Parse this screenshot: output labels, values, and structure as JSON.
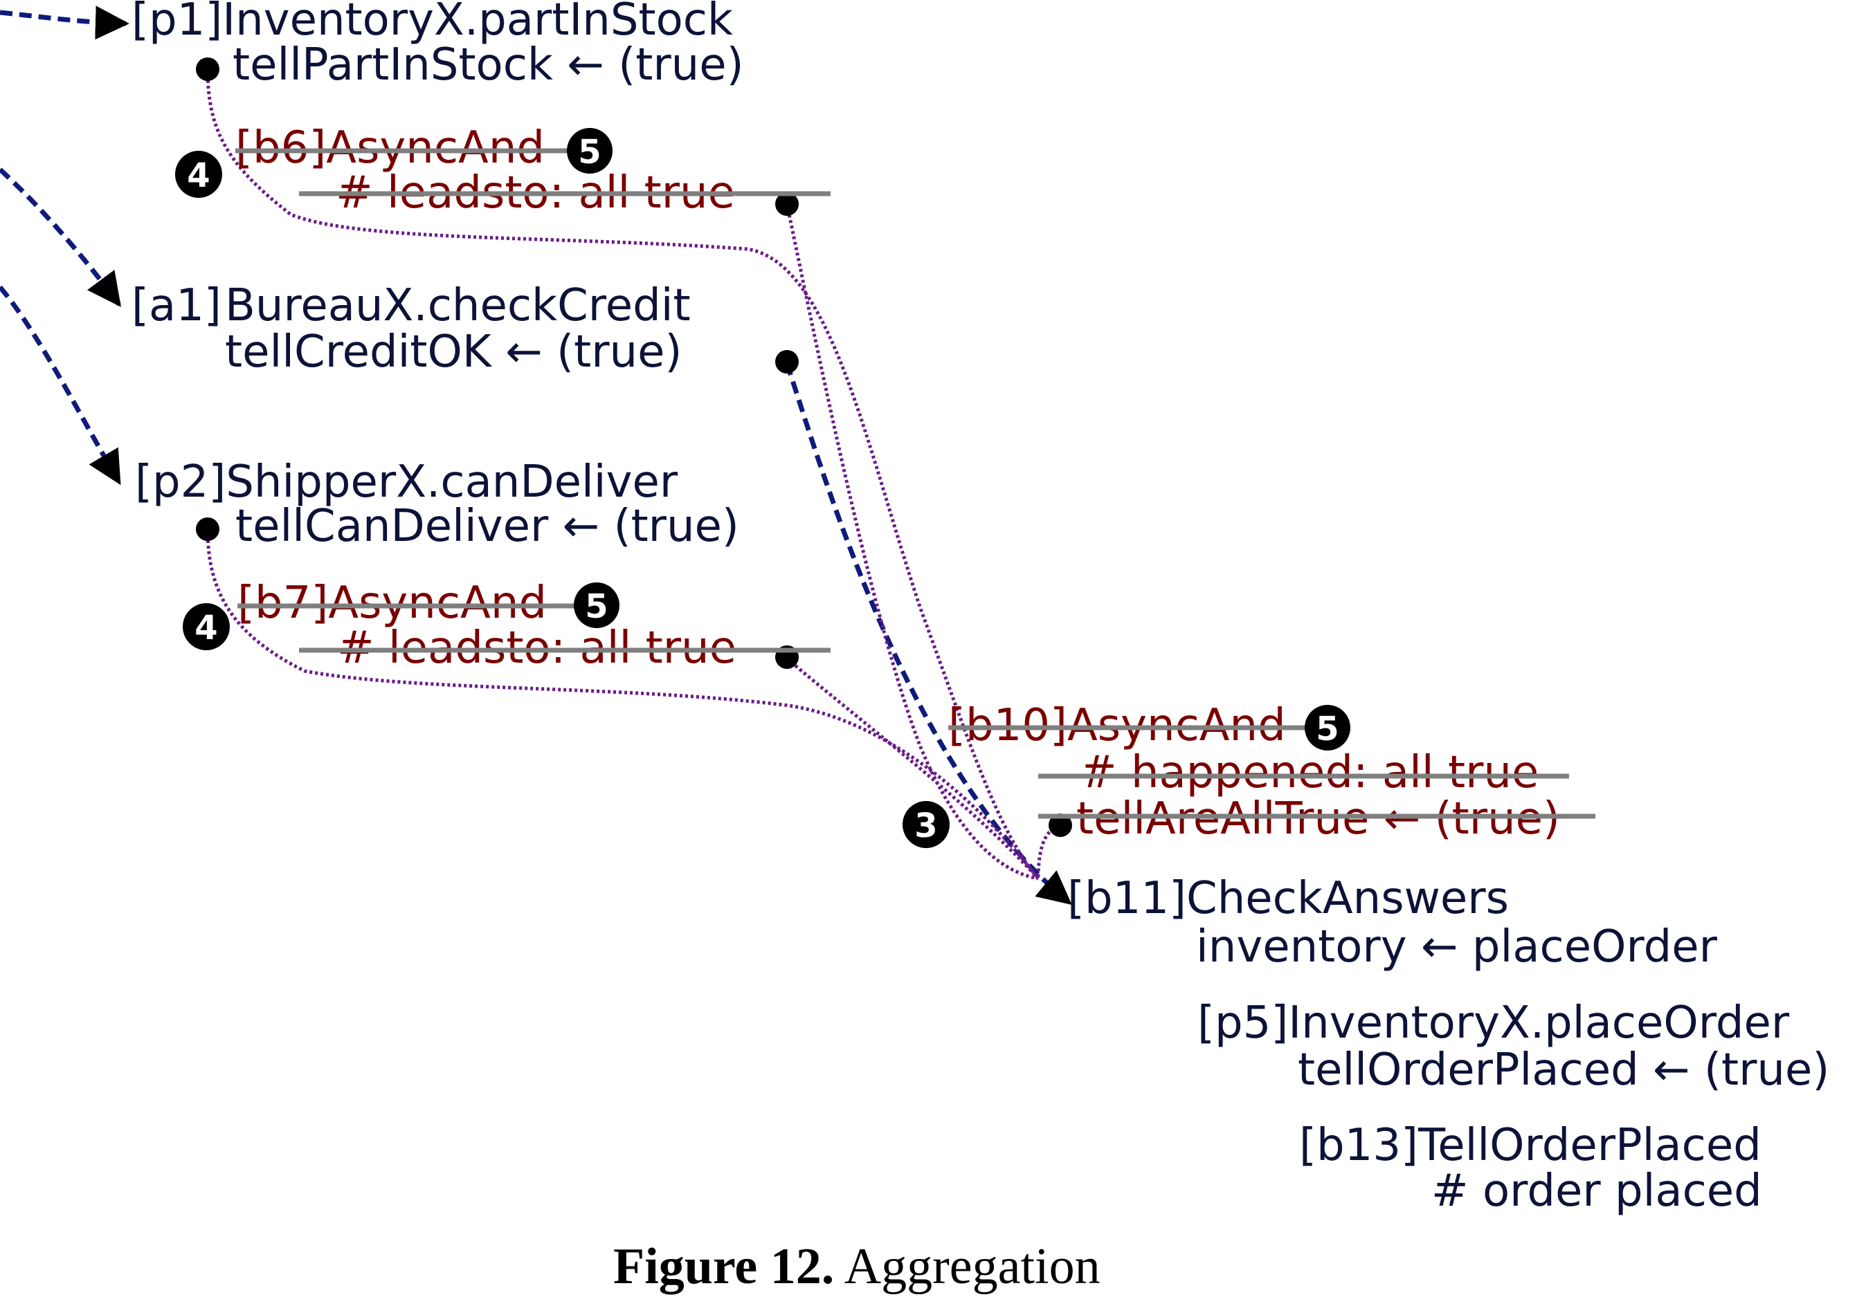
{
  "nodes": {
    "p1": {
      "title": "[p1]InventoryX.partInStock",
      "line2": "tellPartInStock ← (true)"
    },
    "b6": {
      "title": "[b6]AsyncAnd",
      "line2": "# leadsto: all true"
    },
    "a1": {
      "title_id": "[a1]",
      "title_name": "BureauX.checkCredit",
      "line2": "tellCreditOK ← (true)"
    },
    "p2": {
      "title": "[p2]ShipperX.canDeliver",
      "line2": "tellCanDeliver ← (true)"
    },
    "b7": {
      "title": "[b7]AsyncAnd",
      "line2": "# leadsto: all true"
    },
    "b10": {
      "title": "[b10]AsyncAnd",
      "line2": "# happened: all true",
      "line3": "tellAreAllTrue ← (true)"
    },
    "b11": {
      "title": "[b11]CheckAnswers",
      "line2": "inventory ← placeOrder"
    },
    "p5": {
      "title": "[p5]InventoryX.placeOrder",
      "line2": "tellOrderPlaced ← (true)"
    },
    "b13": {
      "title": "[b13]TellOrderPlaced",
      "line2": "# order placed"
    }
  },
  "badges": {
    "b6_left": "4",
    "b6_right": "5",
    "b7_left": "4",
    "b7_right": "5",
    "b10_right": "5",
    "b10_left": "3"
  },
  "caption": {
    "label": "Figure 12.",
    "text": " Aggregation"
  },
  "colors": {
    "node_text": "#0d1238",
    "async_text": "#7a0000",
    "dashed_edge": "#0f1b7a",
    "dotted_edge": "#6a1a8a",
    "strike": "#7f7f7f"
  }
}
